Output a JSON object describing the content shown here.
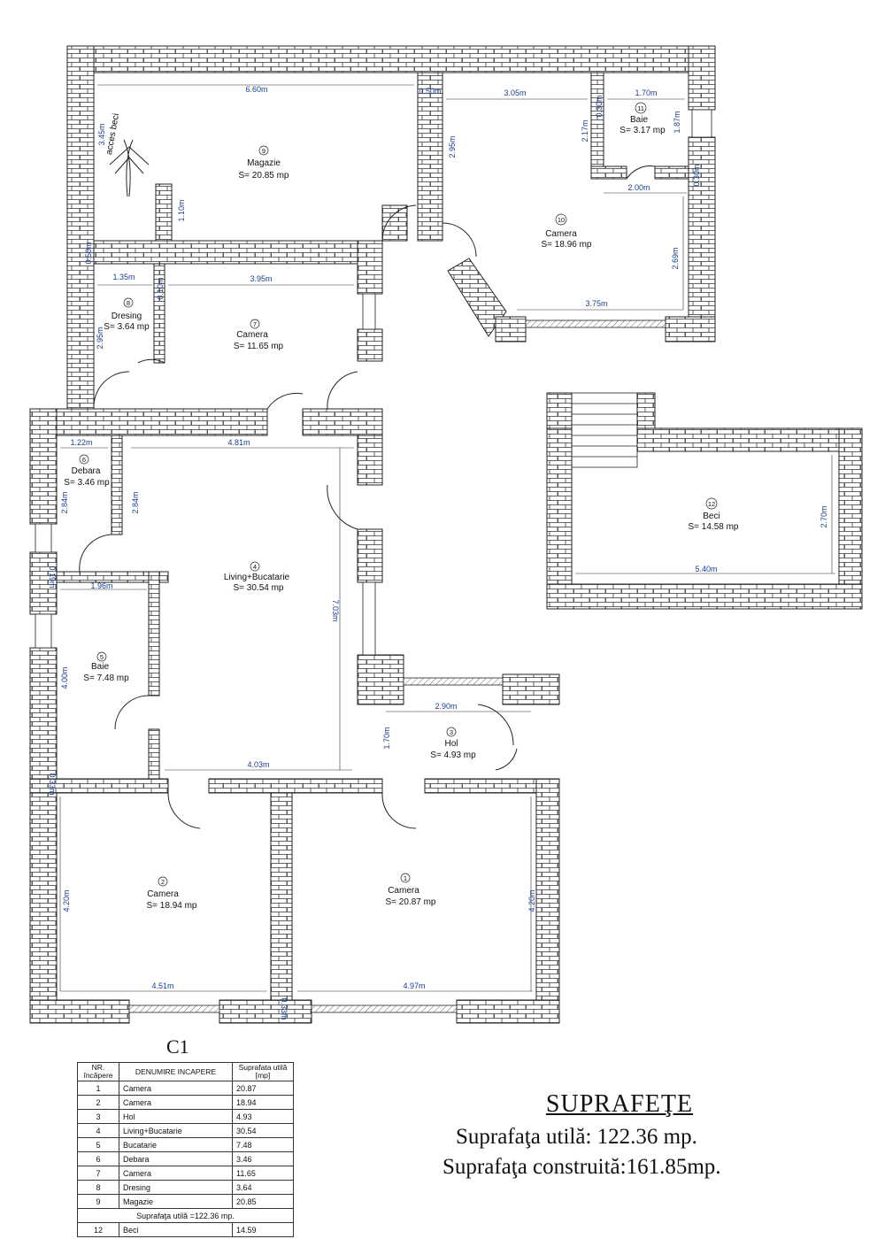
{
  "rooms": [
    {
      "num": "1",
      "name": "Camera",
      "area": "S= 20.87 mp"
    },
    {
      "num": "2",
      "name": "Camera",
      "area": "S= 18.94 mp"
    },
    {
      "num": "3",
      "name": "Hol",
      "area": "S= 4.93 mp"
    },
    {
      "num": "4",
      "name": "Living+Bucatarie",
      "area": "S= 30.54 mp"
    },
    {
      "num": "5",
      "name": "Baie",
      "area": "S= 7.48 mp"
    },
    {
      "num": "6",
      "name": "Debara",
      "area": "S= 3.46 mp"
    },
    {
      "num": "7",
      "name": "Camera",
      "area": "S= 11.65 mp"
    },
    {
      "num": "8",
      "name": "Dresing",
      "area": "S= 3.64 mp"
    },
    {
      "num": "9",
      "name": "Magazie",
      "area": "S= 20.85 mp"
    },
    {
      "num": "10",
      "name": "Camera",
      "area": "S= 18.96 mp"
    },
    {
      "num": "11",
      "name": "Baie",
      "area": "S= 3.17 mp"
    },
    {
      "num": "12",
      "name": "Beci",
      "area": "S= 14.58 mp"
    }
  ],
  "stair_label": "acces beci",
  "dimensions": [
    "6.60m",
    "0.50m",
    "3.05m",
    "1.70m",
    "0.30m",
    "2.17m",
    "1.87m",
    "2.95m",
    "0.30m",
    "2.00m",
    "2.69m",
    "3.75m",
    "3.45m",
    "1.10m",
    "0.50m",
    "1.35m",
    "3.95m",
    "0.10m",
    "2.95m",
    "1.22m",
    "4.81m",
    "2.84m",
    "2.84m",
    "0.19m",
    "1.96m",
    "4.00m",
    "7.03m",
    "2.90m",
    "1.70m",
    "4.03m",
    "0.33m",
    "4.20m",
    "4.20m",
    "4.51m",
    "4.97m",
    "0.33m",
    "2.70m",
    "5.40m"
  ],
  "table": {
    "title": "C1",
    "headers": {
      "nr": "NR. încăpere",
      "name": "DENUMIRE INCAPERE",
      "area": "Suprafata utilă [mp]"
    },
    "rows": [
      {
        "nr": "1",
        "name": "Camera",
        "area": "20.87"
      },
      {
        "nr": "2",
        "name": "Camera",
        "area": "18.94"
      },
      {
        "nr": "3",
        "name": "Hol",
        "area": "4.93"
      },
      {
        "nr": "4",
        "name": "Living+Bucatarie",
        "area": "30.54"
      },
      {
        "nr": "5",
        "name": "Bucatarie",
        "area": "7.48"
      },
      {
        "nr": "6",
        "name": "Debara",
        "area": "3.46"
      },
      {
        "nr": "7",
        "name": "Camera",
        "area": "11.65"
      },
      {
        "nr": "8",
        "name": "Dresing",
        "area": "3.64"
      },
      {
        "nr": "9",
        "name": "Magazie",
        "area": "20.85"
      }
    ],
    "subtotal": "Suprafaţa utilă  =122.36 mp.",
    "last_row": {
      "nr": "12",
      "name": "Beci",
      "area": "14.59"
    }
  },
  "summary": {
    "title": "SUPRAFEŢE",
    "util": "Suprafaţa utilă: 122.36  mp.",
    "constr": "Suprafaţa construită:161.85mp."
  },
  "colors": {
    "dimension_text": "#1a3f8f",
    "wall_outline": "#222222"
  }
}
